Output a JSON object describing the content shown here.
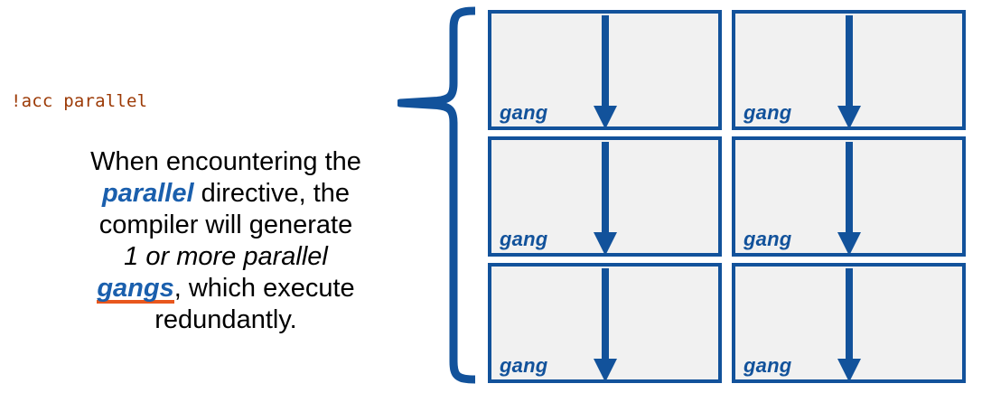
{
  "slide": {
    "background_color": "#FFFFFF",
    "accent_blue": "#12529B",
    "text_blue": "#1A5FAD",
    "underline_orange": "#E8571D",
    "code_color": "#9C3A06",
    "box_fill": "#F1F1F1"
  },
  "left_pane": {
    "directive_code": "!acc parallel",
    "description": {
      "line1": "When encountering the",
      "keyword_parallel": "parallel",
      "line2_rest": " directive, the",
      "line3": "compiler will generate",
      "emphasis": "1 or more parallel",
      "keyword_gangs": "gangs",
      "line5_rest": ", which execute",
      "line6": "redundantly.",
      "full_text": "When encountering the parallel directive, the compiler will generate 1 or more parallel gangs, which execute redundantly."
    }
  },
  "brace": {
    "icon": "left-curly-brace-icon",
    "color": "#12529B"
  },
  "gang_grid": {
    "rows": 3,
    "columns": 2,
    "arrow_icon": "down-arrow-icon",
    "boxes": [
      {
        "label": "gang"
      },
      {
        "label": "gang"
      },
      {
        "label": "gang"
      },
      {
        "label": "gang"
      },
      {
        "label": "gang"
      },
      {
        "label": "gang"
      }
    ]
  }
}
